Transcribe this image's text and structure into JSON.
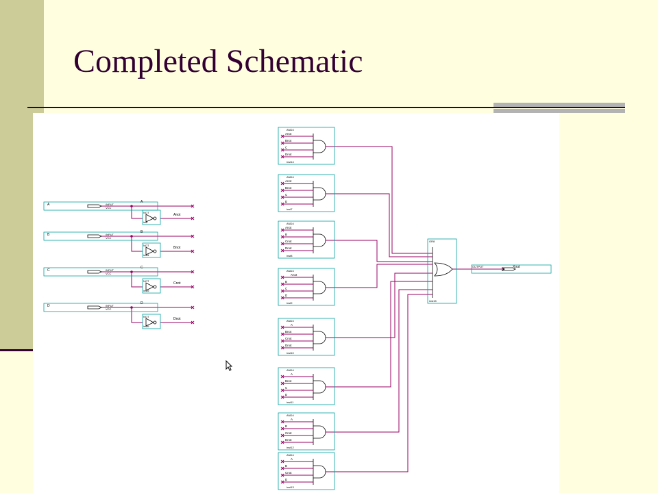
{
  "slide": {
    "title": "Completed Schematic",
    "colors": {
      "background": "#ffffe0",
      "accent_band": "#cccc99",
      "title": "#330033",
      "wire": "#990066",
      "symbol": "#00a0a0"
    }
  },
  "schematic": {
    "inputs": [
      {
        "port": "A",
        "label": "INPUT",
        "sub": "VCC",
        "net": "A",
        "not_net": "Anot",
        "not_type": "NOT",
        "not_inst": "inst"
      },
      {
        "port": "B",
        "label": "INPUT",
        "sub": "VCC",
        "net": "B",
        "not_net": "Bnot",
        "not_type": "NOT",
        "not_inst": "inst4"
      },
      {
        "port": "C",
        "label": "INPUT",
        "sub": "VCC",
        "net": "C",
        "not_net": "Cnot",
        "not_type": "NOT",
        "not_inst": "inst5"
      },
      {
        "port": "D",
        "label": "INPUT",
        "sub": "VCC",
        "net": "D",
        "not_net": "Dnot",
        "not_type": "NOT",
        "not_inst": "inst6"
      }
    ],
    "and_gates": [
      {
        "type": "AND4",
        "inst": "inst14",
        "pins": [
          "Anot",
          "Bnot",
          "C",
          "Dnot"
        ]
      },
      {
        "type": "AND4",
        "inst": "inst7",
        "pins": [
          "Anot",
          "Bnot",
          "C",
          "D"
        ]
      },
      {
        "type": "AND4",
        "inst": "inst8",
        "pins": [
          "Anot",
          "B",
          "Cnot",
          "Dnot"
        ]
      },
      {
        "type": "AND4",
        "inst": "inst9",
        "pins": [
          "Anot",
          "B",
          "C",
          "D"
        ]
      },
      {
        "type": "AND4",
        "inst": "inst10",
        "pins": [
          "A",
          "Bnot",
          "Cnot",
          "Dnot"
        ]
      },
      {
        "type": "AND4",
        "inst": "inst11",
        "pins": [
          "A",
          "Bnot",
          "C",
          "D"
        ]
      },
      {
        "type": "AND4",
        "inst": "inst12",
        "pins": [
          "A",
          "B",
          "Cnot",
          "Dnot"
        ]
      },
      {
        "type": "AND4",
        "inst": "inst13",
        "pins": [
          "A",
          "B",
          "Cnot",
          "D"
        ]
      }
    ],
    "or_gate": {
      "type": "OR8",
      "inst": "inst15"
    },
    "output": {
      "label": "OUTPUT",
      "net": "Xout"
    }
  }
}
